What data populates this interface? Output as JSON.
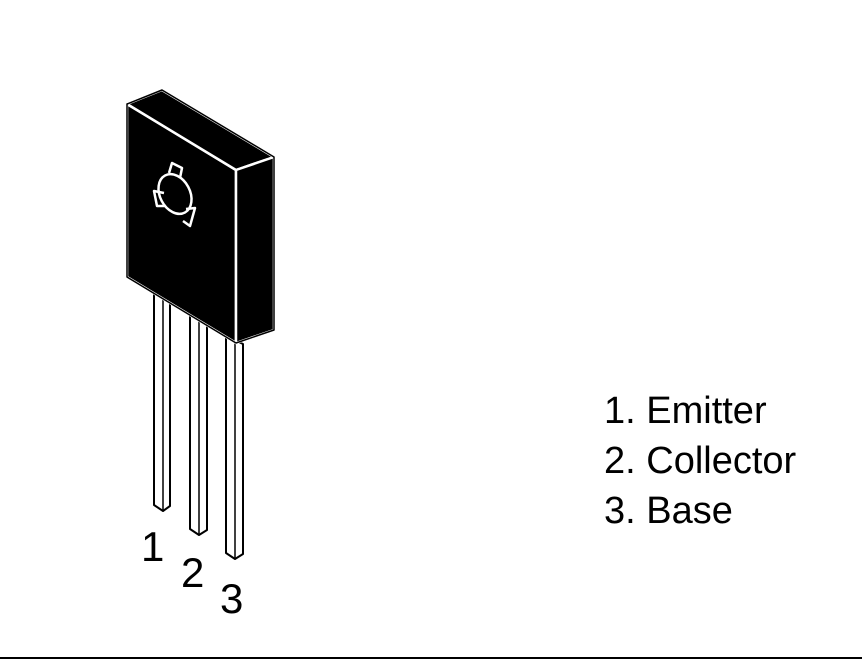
{
  "pins": [
    {
      "number": "1",
      "name": "Emitter",
      "legend": "1. Emitter"
    },
    {
      "number": "2",
      "name": "Collector",
      "legend": "2. Collector"
    },
    {
      "number": "3",
      "name": "Base",
      "legend": "3. Base"
    }
  ],
  "colors": {
    "body": "#000000",
    "outline": "#ffffff",
    "lead_fill": "#ffffff",
    "lead_stroke": "#000000",
    "text": "#000000"
  }
}
